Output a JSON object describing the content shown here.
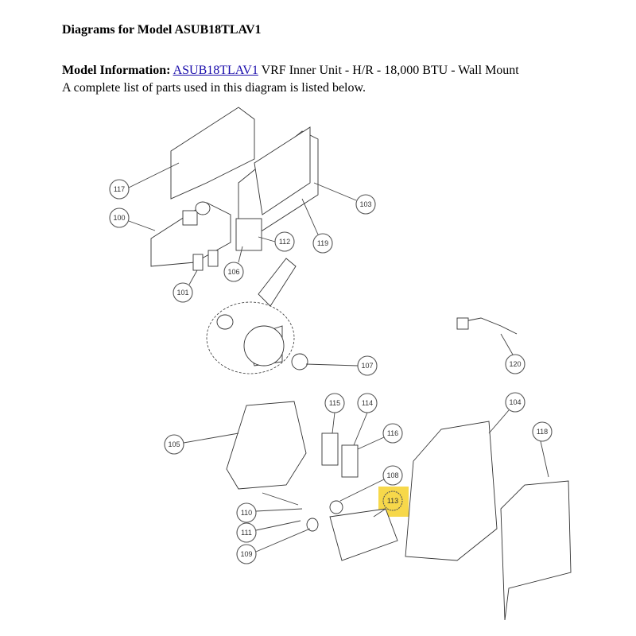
{
  "page_title": "Diagrams for Model ASUB18TLAV1",
  "model_info": {
    "label": "Model Information:",
    "model_link": "ASUB18TLAV1",
    "description": "VRF Inner Unit - H/R - 18,000 BTU - Wall Mount",
    "note": "A complete list of parts used in this diagram is listed below."
  },
  "highlight_color": "#f7d84a",
  "link_color": "#1a0dab",
  "callouts": [
    "117",
    "100",
    "101",
    "106",
    "112",
    "119",
    "103",
    "107",
    "120",
    "115",
    "114",
    "116",
    "104",
    "118",
    "105",
    "108",
    "113",
    "110",
    "111",
    "109"
  ],
  "highlighted_part": "113"
}
